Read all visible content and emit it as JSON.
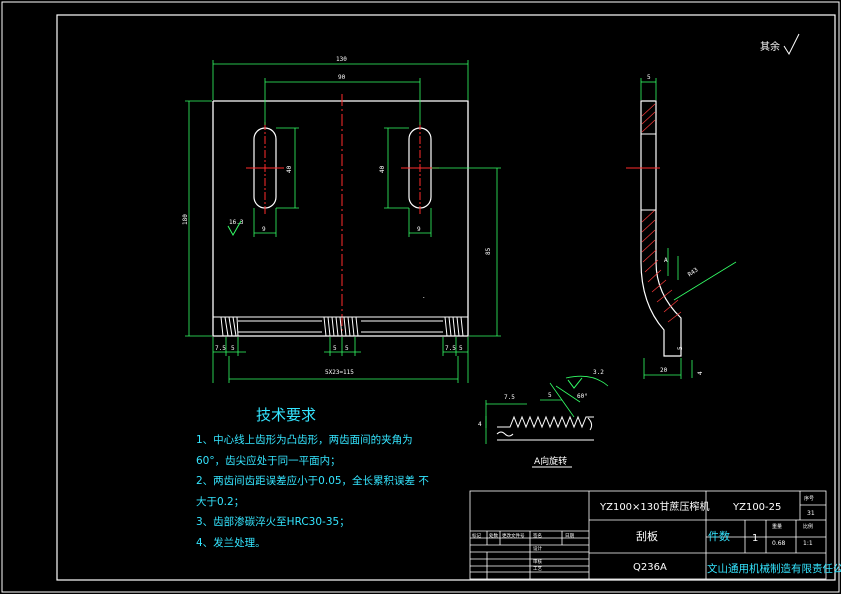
{
  "colors": {
    "background": "#000000",
    "line": "#ffffff",
    "text_highlight": "#34e5ff",
    "centerline": "#ff2b2b",
    "dimension": "#33ff66",
    "hatch": "#ff3b3b"
  },
  "front_view": {
    "dims": {
      "overall_width": "130",
      "hole_center_spacing": "90",
      "overall_height": "180",
      "slot_length": "40",
      "slot_length_right": "40",
      "slot_width_left": "9",
      "slot_width_right": "9",
      "slot_center_height": "85",
      "edge_left_a": "7.5",
      "edge_left_b": "5",
      "tooth_mid_a": "5",
      "tooth_mid_b": "5",
      "edge_right_a": "7.5",
      "edge_right_b": "5",
      "tooth_pitch": "5X23=115"
    },
    "roughness": "16.3"
  },
  "side_view": {
    "dims": {
      "thickness": "5",
      "radius": "R43",
      "base_width": "20",
      "base_height": "5",
      "small": "4"
    },
    "view_label": "A"
  },
  "detail_view": {
    "dims": {
      "pitch": "7.5",
      "tooth": "5",
      "angle": "60°",
      "height": "4",
      "roughness": "3.2"
    },
    "title": "A向旋转"
  },
  "finish_note": "其余",
  "tech": {
    "title": "技术要求",
    "items": [
      "1、中心线上齿形为凸齿形，两齿面间的夹角为60°，齿尖应处于同一平面内；",
      "2、两齿间齿距误差应小于0.05，全长累积误差  不大于0.2；",
      "3、齿部渗碳淬火至HRC30-35；",
      "4、发兰处理。"
    ]
  },
  "title_block": {
    "machine": "YZ100×130甘蔗压榨机",
    "drawing_no": "YZ100-25",
    "part_name": "刮板",
    "material": "Q236A",
    "quantity_label": "件数",
    "quantity": "1",
    "weight": "0.68",
    "scale": "1:1",
    "sheet_label": "序号",
    "sheet_no": "31",
    "company": "文山通用机械制造有限责任公司",
    "weight_label": "重量",
    "scale_label": "比例",
    "small_labels": [
      "标记",
      "处数",
      "更改文件号",
      "签名",
      "日期",
      "设计",
      "审核",
      "工艺"
    ]
  }
}
